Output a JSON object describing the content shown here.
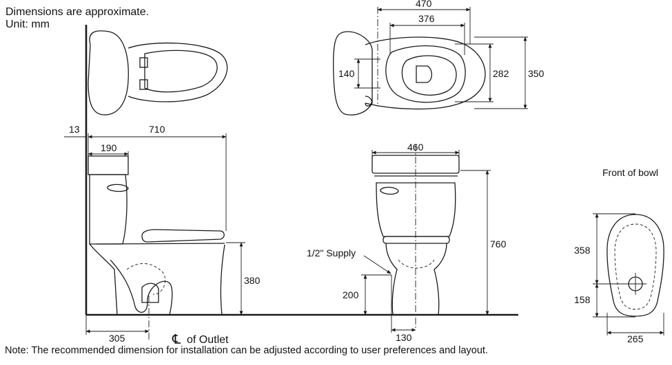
{
  "header": {
    "approx_note": "Dimensions are approximate.",
    "unit_note": "Unit: mm"
  },
  "top_view": {
    "overall_length": "470",
    "seat_length": "376",
    "tank_depth": "140",
    "seat_width": "282",
    "overall_width": "350"
  },
  "side_view": {
    "wall_gap": "13",
    "overall_depth": "710",
    "tank_depth": "190",
    "seat_height": "380",
    "outlet_offset": "305",
    "outlet_label": "of Outlet",
    "centerline_symbol": "℄"
  },
  "front_view": {
    "tank_width": "460",
    "overall_height": "760",
    "supply_label": "1/2\" Supply",
    "supply_height": "200",
    "supply_offset": "130"
  },
  "bowl_view": {
    "title": "Front of bowl",
    "upper_length": "358",
    "lower_length": "158",
    "width": "265"
  },
  "footer": {
    "note": "Note: The recommended dimension for installation can be adjusted according to user preferences and layout."
  }
}
